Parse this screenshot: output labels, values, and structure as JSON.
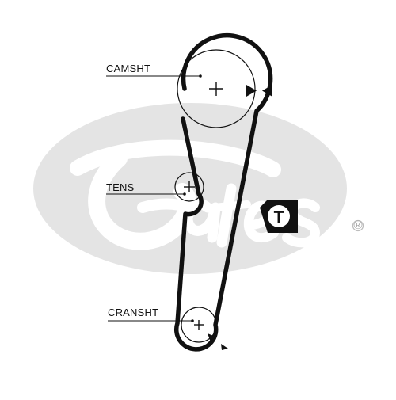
{
  "labels": {
    "camshaft": "CAMSHT",
    "tensioner": "TENS",
    "crankshaft": "CRANSHT"
  },
  "tension_marker": {
    "letter": "T"
  },
  "brand_mark": {
    "registered_symbol": "®"
  },
  "colors": {
    "belt": "#111111",
    "logo_gray": "#e4e4e4",
    "background": "#ffffff"
  },
  "icons": {
    "timing_mark_camshaft": "double-triangle-arrows-icon",
    "timing_mark_crankshaft": "triangle-pointer-icon",
    "tension_marker": "t-badge-arrow-icon"
  }
}
